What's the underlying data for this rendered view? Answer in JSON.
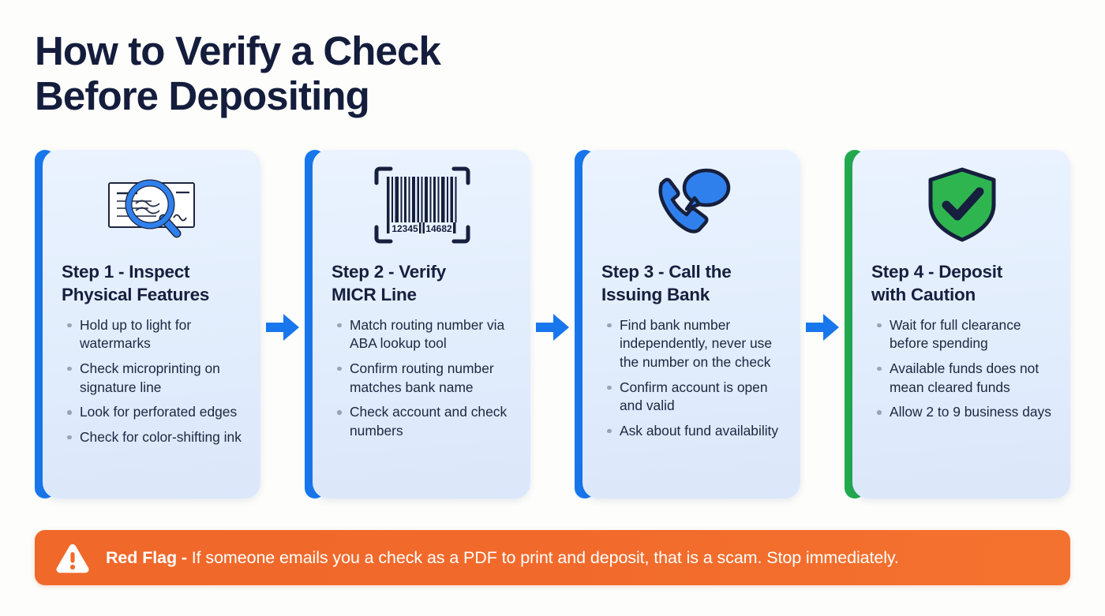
{
  "header": {
    "title": "How to Verify a Check\nBefore Depositing"
  },
  "colors": {
    "page_background": "#fdfdfb",
    "card_background": "#e3eefd",
    "accent_blue": "#1877ec",
    "accent_green": "#23a94e",
    "title_navy": "#141d3c",
    "banner_orange": "#f26a2b",
    "bullet_gray": "#9aa3b4"
  },
  "steps": [
    {
      "icon": "check-magnifier-icon",
      "accent": "#1877ec",
      "title": "Step 1 - Inspect\nPhysical Features",
      "bullets": [
        "Hold up to light for watermarks",
        "Check microprinting on signature line",
        "Look for perforated edges",
        "Check for color-shifting ink"
      ]
    },
    {
      "icon": "barcode-scan-icon",
      "accent": "#1877ec",
      "title": "Step 2 - Verify\nMICR Line",
      "barcode_digits_left": "12345",
      "barcode_digits_right": "14682",
      "bullets": [
        "Match routing number via ABA lookup tool",
        "Confirm routing number matches bank name",
        "Check account and check numbers"
      ]
    },
    {
      "icon": "phone-call-icon",
      "accent": "#1877ec",
      "title": "Step 3 - Call the\nIssuing Bank",
      "bullets": [
        "Find bank number independently, never use the number on the check",
        "Confirm account is open and valid",
        "Ask about fund availability"
      ]
    },
    {
      "icon": "shield-check-icon",
      "accent": "#23a94e",
      "title": "Step 4 - Deposit\nwith Caution",
      "bullets": [
        "Wait for full clearance before spending",
        "Available funds does not mean cleared funds",
        "Allow 2 to 9 business days"
      ]
    }
  ],
  "arrows": {
    "icon": "arrow-right-icon",
    "count": 3
  },
  "banner": {
    "icon": "warning-triangle-icon",
    "lead": "Red Flag -",
    "message": " If someone emails you a check as a PDF to print and deposit, that is a scam. Stop immediately."
  }
}
